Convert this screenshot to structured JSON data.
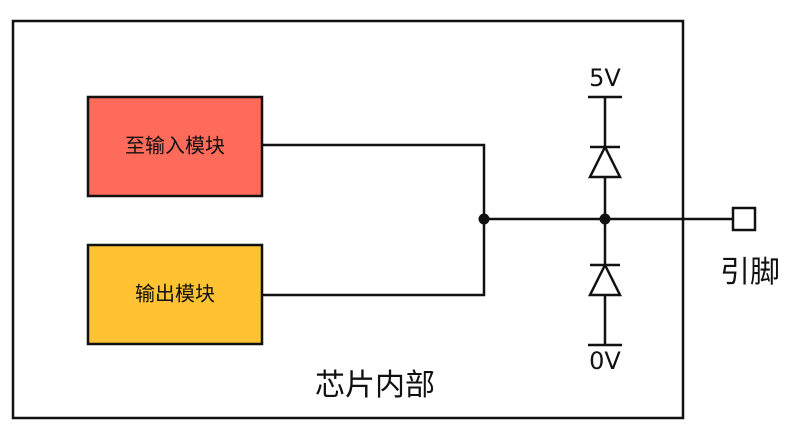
{
  "chip": {
    "label": "芯片内部"
  },
  "blocks": {
    "input_module": {
      "label": "至输入模块",
      "color": "#FF6B5B"
    },
    "output_module": {
      "label": "输出模块",
      "color": "#FFC233"
    }
  },
  "supply": {
    "vcc_label": "5V",
    "gnd_label": "0V"
  },
  "pin": {
    "label": "引脚"
  }
}
